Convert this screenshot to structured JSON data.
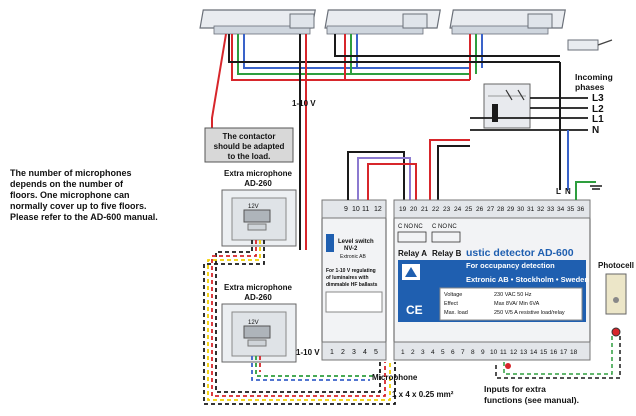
{
  "note": {
    "lines": [
      "The number of microphones",
      "depends on the number of",
      "floors. One microphone can",
      "normally cover up to five floors.",
      "Please refer to the AD-600 manual."
    ]
  },
  "contactor_note": [
    "The contactor",
    "should be adapted",
    "to the load."
  ],
  "incoming": {
    "title_lines": [
      "Incoming",
      "phases"
    ],
    "phases": [
      "L3",
      "L2",
      "L1",
      "N"
    ]
  },
  "volt_label_top": "1-10 V",
  "volt_label_bottom": "1-10 V",
  "mic_top": {
    "caption": "Extra microphone",
    "model": "AD-260",
    "v12": "12V"
  },
  "mic_bottom": {
    "caption": "Extra microphone",
    "model": "AD-260",
    "v12": "12V"
  },
  "level_switch": {
    "terminals_top": [
      "9",
      "10",
      "11",
      "12"
    ],
    "terminals_bottom": [
      "1",
      "2",
      "3",
      "4",
      "5"
    ],
    "title": "Level switch",
    "model": "NV-2",
    "maker": "Extronic AB",
    "desc": [
      "For 1-10 V regulating",
      "of luminaires with",
      "dimmable HF ballasts"
    ]
  },
  "detector": {
    "terminals_top": [
      "19",
      "20",
      "21",
      "22",
      "23",
      "24",
      "25",
      "26",
      "27",
      "28",
      "29",
      "30",
      "31",
      "32",
      "33",
      "34",
      "35",
      "36"
    ],
    "terminals_bottom": [
      "1",
      "2",
      "3",
      "4",
      "5",
      "6",
      "7",
      "8",
      "9",
      "10",
      "11",
      "12",
      "13",
      "14",
      "15",
      "16",
      "17",
      "18"
    ],
    "relay_a": "Relay A",
    "relay_b": "Relay B",
    "contact_labels": [
      "C",
      "NO",
      "NC"
    ],
    "title": "ustic detector AD-600",
    "subtitle": "For occupancy detection",
    "company": "Extronic AB  •  Stockholm  •  Sweden",
    "specs": [
      {
        "k": "Voltage",
        "v": "230 VAC 50 Hz"
      },
      {
        "k": "Effect",
        "v": "Max 8VA/ Min 6VA"
      },
      {
        "k": "Max. load",
        "v": "250 V/5 A resistive load/relay"
      }
    ],
    "ce": "CE"
  },
  "mic_cable": {
    "title": "Microphone",
    "spec": "1 x 4 x 0.25 mm²"
  },
  "extra_inputs": {
    "lines": [
      "Inputs for extra",
      "functions (see manual)."
    ]
  },
  "photocell": "Photocell",
  "ln_labels": [
    "L",
    "N"
  ],
  "colors": {
    "red": "#d7262b",
    "green": "#2e9e3e",
    "blue": "#3a63c9",
    "black": "#1a1a1a",
    "yellow": "#f3d000",
    "purple": "#8c7ad0",
    "detector_blue": "#1f5fb0"
  }
}
